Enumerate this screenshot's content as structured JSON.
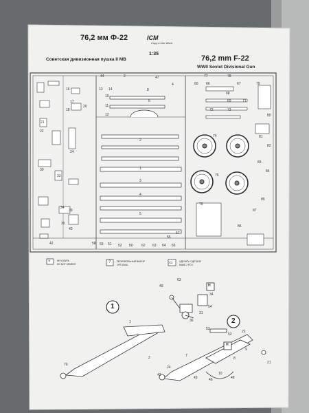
{
  "header": {
    "title_ru": "76,2 мм Ф-22",
    "subtitle_ru": "Советская дивизионная пушка II МВ",
    "brand": "ICM",
    "brand_tagline": "Copy in the Word",
    "scale": "1:35",
    "title_en": "76,2 mm F-22",
    "subtitle_en": "WWII Soviet Divisional Gun"
  },
  "legend": [
    {
      "symbol": "×",
      "line1": "НЕ КЛЕИТЬ",
      "line2": "DO NOT CEMENT"
    },
    {
      "symbol": "?",
      "line1": "ПРОИЗВОЛЬНЫЙ ВЫБОР",
      "line2": "OPTIONAL"
    },
    {
      "symbol": "X2",
      "line1": "СДЕЛАТЬ 2 ДЕТАЛИ",
      "line2": "MAKE 2 PCS"
    }
  ],
  "steps": [
    {
      "number": "1"
    },
    {
      "number": "2"
    }
  ],
  "sprue": {
    "top_numbers": [
      "44",
      "2",
      "47",
      "8",
      "4",
      "77",
      "78",
      "66",
      "68"
    ],
    "left_numbers": [
      "13",
      "14",
      "16",
      "17",
      "18",
      "20",
      "21",
      "22",
      "24",
      "30",
      "33",
      "34",
      "35",
      "39",
      "40",
      "42"
    ],
    "middle_numbers": [
      "1",
      "2",
      "3",
      "4",
      "5",
      "6",
      "10",
      "11",
      "12"
    ],
    "right_numbers": [
      "60",
      "67",
      "69",
      "71",
      "72",
      "73",
      "74",
      "75",
      "76",
      "79",
      "80",
      "81",
      "82",
      "83",
      "84",
      "85",
      "86",
      "87"
    ],
    "bottom_numbers": [
      "58",
      "59",
      "51",
      "52",
      "50",
      "62",
      "63",
      "64",
      "65",
      "55",
      "57"
    ]
  },
  "step1_callouts": [
    "49",
    "63",
    "34",
    "54",
    "31",
    "36",
    "1",
    "2",
    "70",
    "H"
  ],
  "step2_callouts": [
    "22",
    "53",
    "52",
    "7",
    "8",
    "9",
    "10",
    "24",
    "42",
    "43",
    "46",
    "48",
    "21",
    "H"
  ]
}
